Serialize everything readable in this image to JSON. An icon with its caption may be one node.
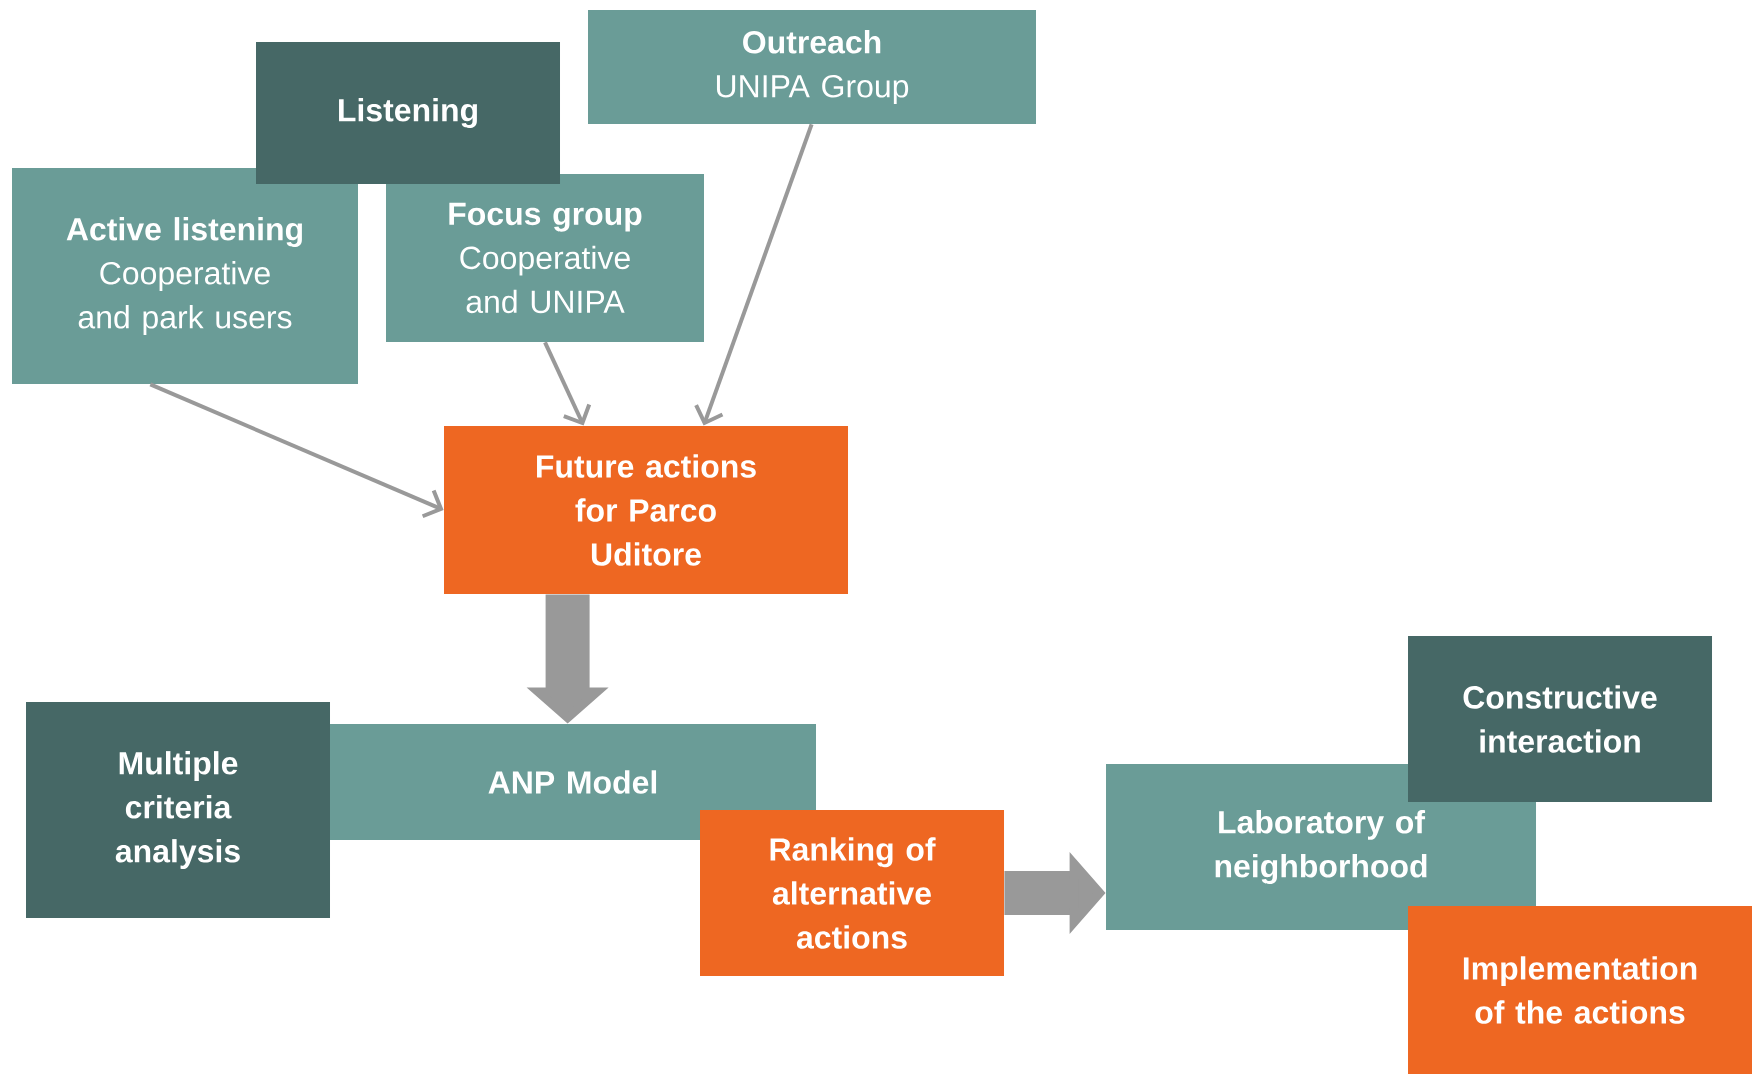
{
  "diagram": {
    "nodes": [
      {
        "text": [
          "Outreach",
          "UNIPA Group"
        ]
      },
      {
        "text": [
          "Listening"
        ]
      },
      {
        "text": [
          "Active listening",
          "Cooperative and park users"
        ]
      },
      {
        "text": [
          "Focus group",
          "Cooperative and UNIPA"
        ]
      },
      {
        "text": [
          "Future actions for Parco Uditore"
        ]
      },
      {
        "text": [
          "Multiple criteria analysis"
        ]
      },
      {
        "text": [
          "ANP Model"
        ]
      },
      {
        "text": [
          "Ranking of alternative actions"
        ]
      },
      {
        "text": [
          "Laboratory of neighborhood"
        ]
      },
      {
        "text": [
          "Constructive interaction"
        ]
      },
      {
        "text": [
          "Implementation of the actions"
        ]
      }
    ],
    "edges": [
      {
        "from": 2,
        "to": 4,
        "arrow": "to"
      },
      {
        "from": 3,
        "to": 4,
        "arrow": "to"
      },
      {
        "from": 0,
        "to": 4,
        "arrow": "to"
      },
      {
        "from": 4,
        "to": 6,
        "arrow": "to",
        "style": "thick"
      },
      {
        "from": 7,
        "to": 8,
        "arrow": "to",
        "style": "thick"
      }
    ]
  }
}
